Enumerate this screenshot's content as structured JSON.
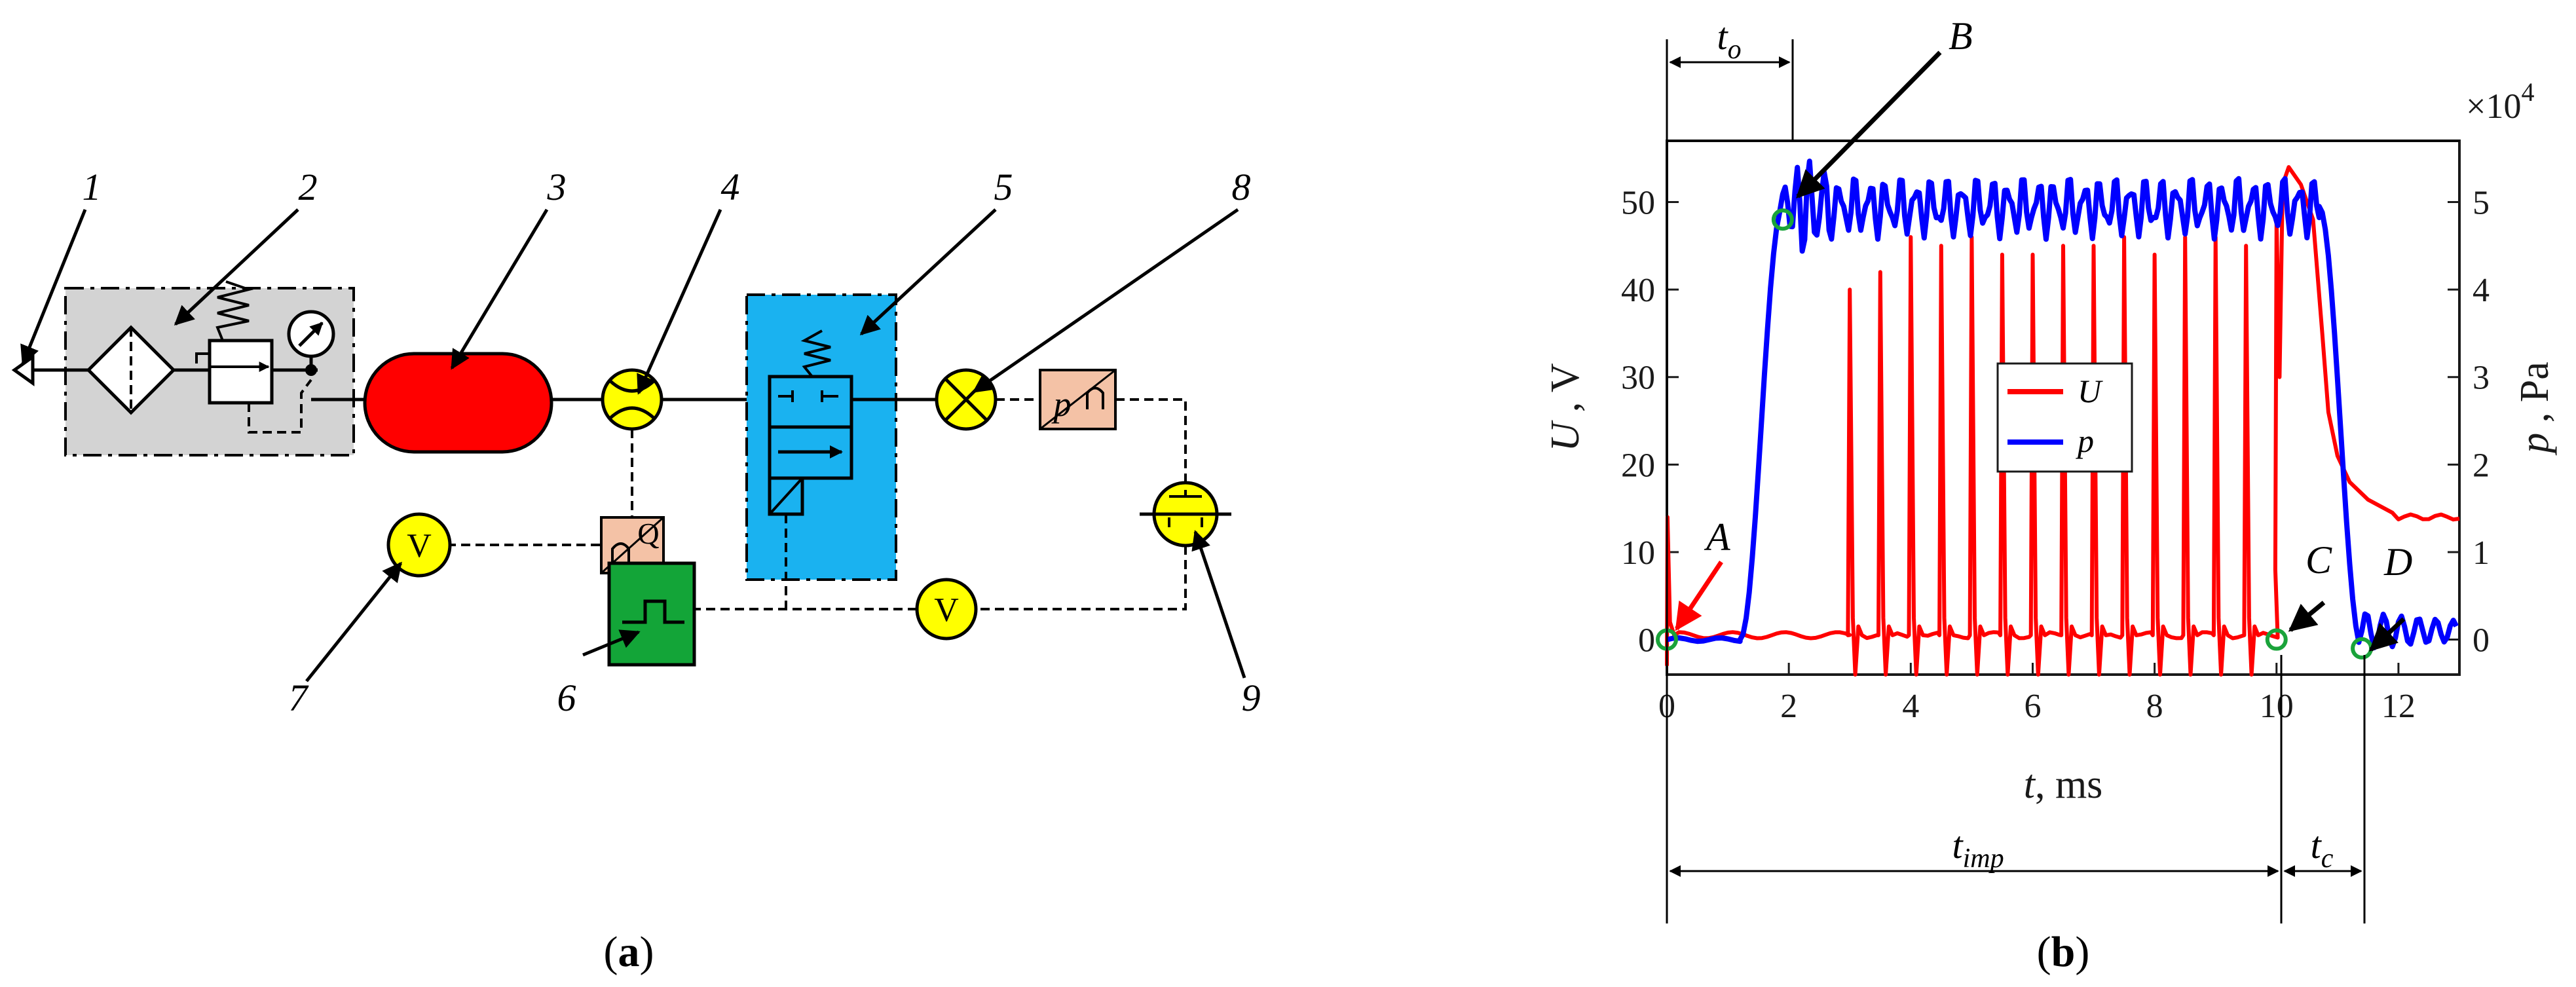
{
  "panel_a": {
    "caption_open": "(",
    "caption_letter": "a",
    "caption_close": ")",
    "labels": [
      "1",
      "2",
      "3",
      "4",
      "5",
      "6",
      "7",
      "8",
      "9"
    ],
    "voltmeter_symbol": "V",
    "flow_symbol": "Q",
    "pressure_symbol": "p",
    "colors": {
      "filter_box": "#d3d3d3",
      "receiver": "#ff0000",
      "meters": "#ffff00",
      "valve_box": "#1ab2f0",
      "transducers": "#f4c2a6",
      "generator": "#13a538"
    }
  },
  "panel_b": {
    "caption_open": "(",
    "caption_letter": "b",
    "caption_close": ")",
    "point_labels": {
      "A": "A",
      "B": "B",
      "C": "C",
      "D": "D"
    },
    "interval_labels": {
      "to_main": "t",
      "to_sub": "o",
      "timp_main": "t",
      "timp_sub": "imp",
      "tc_main": "t",
      "tc_sub": "c"
    },
    "multiplier_base": "×10",
    "multiplier_exp": "4",
    "colors": {
      "U": "#ff0000",
      "p": "#0000ff",
      "markers": "#1aa33a"
    }
  },
  "chart_data": {
    "type": "line",
    "xlabel_main": "t",
    "xlabel_unit": ", ms",
    "ylabel_left_main": "U",
    "ylabel_left_unit": " ,  V",
    "ylabel_right_main": "p",
    "ylabel_right_unit": " ,  Pa",
    "xlim": [
      0,
      13
    ],
    "ylim_left": [
      -4,
      57
    ],
    "ylim_right": [
      -0.4,
      5.7
    ],
    "xticks": [
      0,
      2,
      4,
      6,
      8,
      10,
      12
    ],
    "yticks_left": [
      0,
      10,
      20,
      30,
      40,
      50
    ],
    "yticks_right": [
      0,
      1,
      2,
      3,
      4,
      5
    ],
    "grid": false,
    "legend_position": "center",
    "series": [
      {
        "name": "U",
        "axis": "left",
        "baseline_v": 0.5,
        "pulse_times_ms": [
          3.0,
          3.5,
          4.0,
          4.5,
          5.0,
          5.5,
          6.0,
          6.5,
          7.0,
          7.5,
          8.0,
          8.5,
          9.0,
          9.5
        ],
        "pulse_peaks_v": [
          40,
          42,
          46,
          45,
          46,
          44,
          44,
          45,
          45,
          46,
          44,
          46,
          46,
          45
        ],
        "pulse_undershoot_v": -4,
        "off_time_ms": 10.0,
        "off_peak_v": 54,
        "final_level_v": 14,
        "initial_spike_v": 14
      },
      {
        "name": "p",
        "axis": "right",
        "unit_scale": 10000,
        "rise_start_ms": 1.2,
        "rise_end_ms": 1.9,
        "plateau_mean": 4.95,
        "plateau_ripple": 0.25,
        "fall_start_ms": 10.7,
        "fall_end_ms": 11.4,
        "end_level": 0.05
      }
    ],
    "points": [
      {
        "name": "A",
        "t_ms": 0.0,
        "value": 0.0
      },
      {
        "name": "B",
        "t_ms": 1.9,
        "value": 4.8
      },
      {
        "name": "C",
        "t_ms": 10.0,
        "value": 0.0
      },
      {
        "name": "D",
        "t_ms": 11.4,
        "value": -0.1
      }
    ],
    "intervals": [
      {
        "name": "t_o",
        "from_ms": 0.0,
        "to_ms": 1.9
      },
      {
        "name": "t_imp",
        "from_ms": 0.0,
        "to_ms": 10.0
      },
      {
        "name": "t_c",
        "from_ms": 10.0,
        "to_ms": 11.4
      }
    ]
  }
}
